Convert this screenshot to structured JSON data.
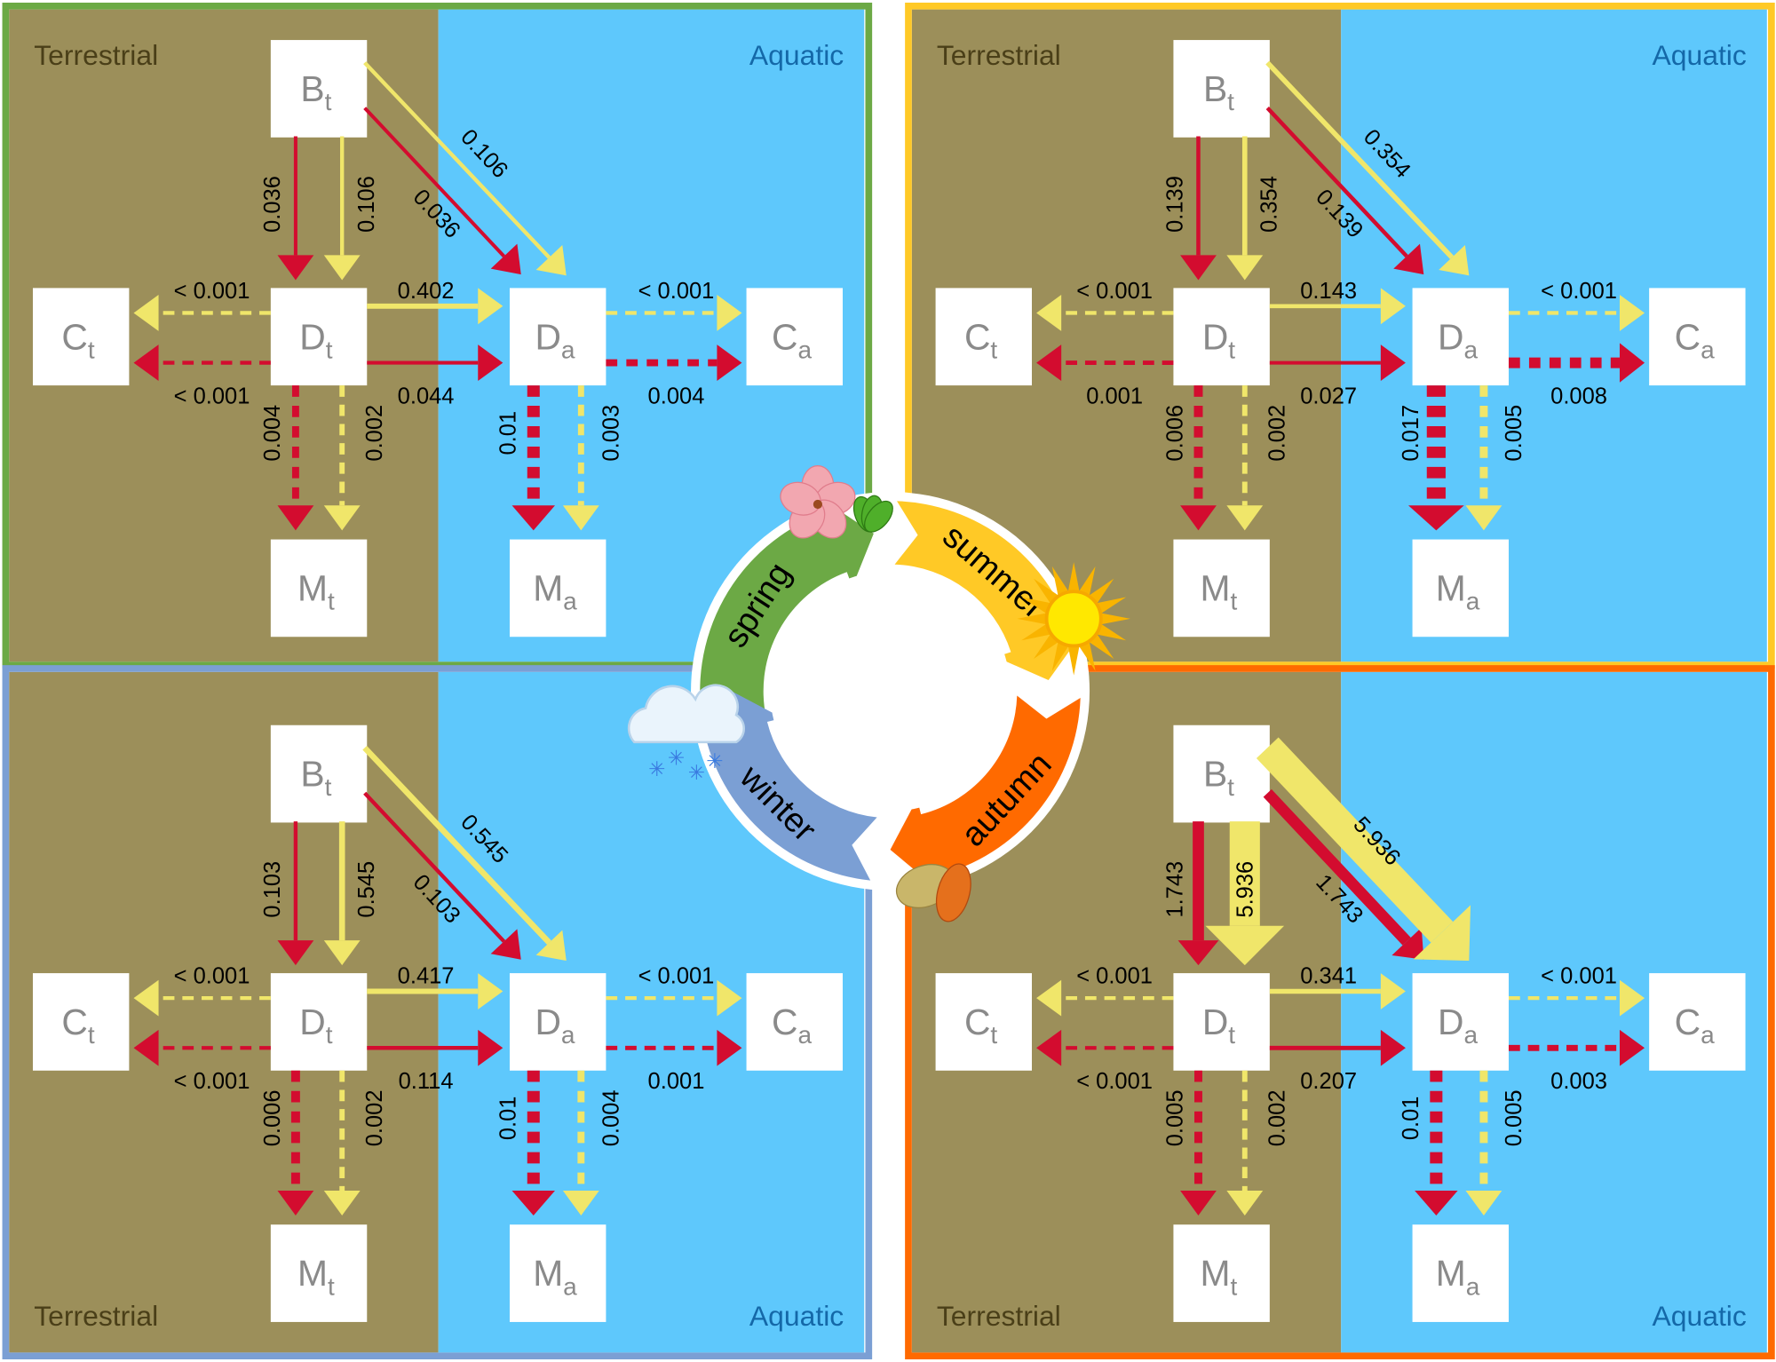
{
  "colors": {
    "terrestrial_bg": "#9C8F5A",
    "aquatic_bg": "#5EC8FC",
    "terrestrial_text": "#4A3F18",
    "aquatic_text": "#1468A8",
    "red_flow": "#D30C2F",
    "yellow_flow": "#F0E66A"
  },
  "zones": {
    "terrestrial": "Terrestrial",
    "aquatic": "Aquatic"
  },
  "nodes": [
    {
      "id": "Bt",
      "main": "B",
      "sub": "t"
    },
    {
      "id": "Ct",
      "main": "C",
      "sub": "t"
    },
    {
      "id": "Dt",
      "main": "D",
      "sub": "t"
    },
    {
      "id": "Da",
      "main": "D",
      "sub": "a"
    },
    {
      "id": "Ca",
      "main": "C",
      "sub": "a"
    },
    {
      "id": "Mt",
      "main": "M",
      "sub": "t"
    },
    {
      "id": "Ma",
      "main": "M",
      "sub": "a"
    }
  ],
  "edges_schema": [
    {
      "key": "Bt_Dt_red",
      "from": "Bt",
      "to": "Dt",
      "flow": "red",
      "style": "solid"
    },
    {
      "key": "Bt_Dt_yellow",
      "from": "Bt",
      "to": "Dt",
      "flow": "yellow",
      "style": "solid"
    },
    {
      "key": "Bt_Da_red",
      "from": "Bt",
      "to": "Da",
      "flow": "red",
      "style": "solid"
    },
    {
      "key": "Bt_Da_yellow",
      "from": "Bt",
      "to": "Da",
      "flow": "yellow",
      "style": "solid"
    },
    {
      "key": "Dt_Da_yellow",
      "from": "Dt",
      "to": "Da",
      "flow": "yellow",
      "style": "solid"
    },
    {
      "key": "Dt_Da_red",
      "from": "Dt",
      "to": "Da",
      "flow": "red",
      "style": "solid"
    },
    {
      "key": "Dt_Ct_yellow",
      "from": "Dt",
      "to": "Ct",
      "flow": "yellow",
      "style": "dashed"
    },
    {
      "key": "Dt_Ct_red",
      "from": "Dt",
      "to": "Ct",
      "flow": "red",
      "style": "dashed"
    },
    {
      "key": "Da_Ca_yellow",
      "from": "Da",
      "to": "Ca",
      "flow": "yellow",
      "style": "dashed"
    },
    {
      "key": "Da_Ca_red",
      "from": "Da",
      "to": "Ca",
      "flow": "red",
      "style": "dashed"
    },
    {
      "key": "Dt_Mt_red",
      "from": "Dt",
      "to": "Mt",
      "flow": "red",
      "style": "dashed"
    },
    {
      "key": "Dt_Mt_yellow",
      "from": "Dt",
      "to": "Mt",
      "flow": "yellow",
      "style": "dashed"
    },
    {
      "key": "Da_Ma_red",
      "from": "Da",
      "to": "Ma",
      "flow": "red",
      "style": "dashed"
    },
    {
      "key": "Da_Ma_yellow",
      "from": "Da",
      "to": "Ma",
      "flow": "yellow",
      "style": "dashed"
    }
  ],
  "seasons": [
    {
      "name": "spring",
      "color": "#6CA945",
      "values": [
        "0.036",
        "0.106",
        "0.036",
        "0.106",
        "0.402",
        "0.044",
        "< 0.001",
        "< 0.001",
        "< 0.001",
        "0.004",
        "0.004",
        "0.002",
        "0.01",
        "0.003"
      ]
    },
    {
      "name": "summer",
      "color": "#FFC926",
      "values": [
        "0.139",
        "0.354",
        "0.139",
        "0.354",
        "0.143",
        "0.027",
        "< 0.001",
        "0.001",
        "< 0.001",
        "0.008",
        "0.006",
        "0.002",
        "0.017",
        "0.005"
      ]
    },
    {
      "name": "winter",
      "color": "#7B9FD4",
      "values": [
        "0.103",
        "0.545",
        "0.103",
        "0.545",
        "0.417",
        "0.114",
        "< 0.001",
        "< 0.001",
        "< 0.001",
        "0.001",
        "0.006",
        "0.002",
        "0.01",
        "0.004"
      ]
    },
    {
      "name": "autumn",
      "color": "#FF6A00",
      "values": [
        "1.743",
        "5.936",
        "1.743",
        "5.936",
        "0.341",
        "0.207",
        "< 0.001",
        "< 0.001",
        "< 0.001",
        "0.003",
        "0.005",
        "0.002",
        "0.01",
        "0.005"
      ]
    }
  ],
  "cycle": {
    "labels": [
      "spring",
      "summer",
      "autumn",
      "winter"
    ],
    "icons": [
      "flower-icon",
      "leaves-icon",
      "sun-icon",
      "autumn-leaf-icon",
      "snow-cloud-icon"
    ]
  }
}
